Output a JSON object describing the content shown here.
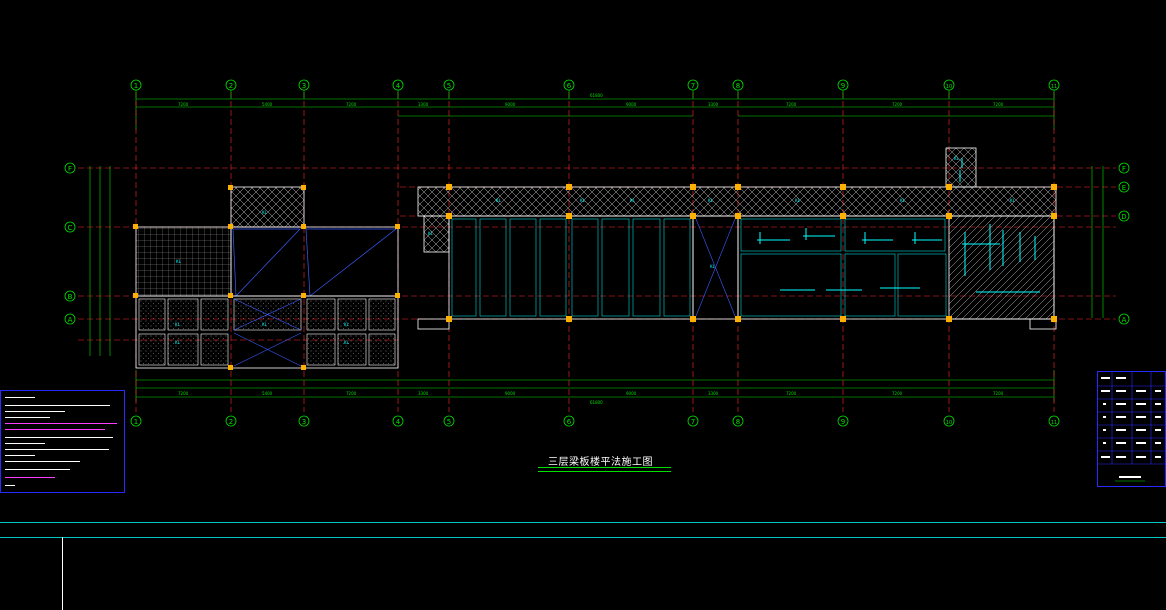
{
  "drawing": {
    "title": "三层梁板楼平法施工图",
    "axes_top": [
      "1",
      "2",
      "3",
      "4",
      "5",
      "6",
      "7",
      "8",
      "9",
      "10",
      "11"
    ],
    "axes_bottom": [
      "1",
      "2",
      "3",
      "4",
      "5",
      "6",
      "7",
      "8",
      "9",
      "10",
      "11"
    ],
    "axes_left": [
      "F",
      "C",
      "B",
      "A"
    ],
    "axes_right": [
      "F",
      "E",
      "D",
      "A"
    ],
    "colors": {
      "background": "#000000",
      "axis": "#00e000",
      "wall": "#ffffff",
      "gridline_dashed": "#ff2a2a",
      "column": "#ffb000",
      "dimension": "#00e000",
      "slab_label": "#00ffff",
      "note_box": "#2a2aff",
      "title_block": "#00c8c8"
    }
  }
}
